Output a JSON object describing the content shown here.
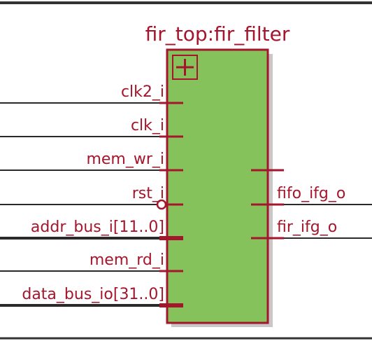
{
  "block": {
    "title": "fir_top:fir_filter",
    "expand_icon": "plus-icon",
    "fill_color": "#85c25c",
    "outline_color": "#a5152c",
    "shadow_color": "#c8c8c8"
  },
  "inputs": [
    {
      "label": "clk2_i",
      "bus": false,
      "inverted": false
    },
    {
      "label": "clk_i",
      "bus": false,
      "inverted": false
    },
    {
      "label": "mem_wr_i",
      "bus": false,
      "inverted": false
    },
    {
      "label": "rst_i",
      "bus": false,
      "inverted": true
    },
    {
      "label": "addr_bus_i[11..0]",
      "bus": true,
      "inverted": false
    },
    {
      "label": "mem_rd_i",
      "bus": false,
      "inverted": false
    },
    {
      "label": "data_bus_io[31..0]",
      "bus": true,
      "inverted": false
    }
  ],
  "outputs": [
    {
      "label": ""
    },
    {
      "label": "fifo_ifg_o"
    },
    {
      "label": "fir_ifg_o"
    }
  ],
  "colors": {
    "wire": "#2a2a2a",
    "pin": "#a5152c",
    "text": "#a5152c",
    "frame": "#333333"
  }
}
